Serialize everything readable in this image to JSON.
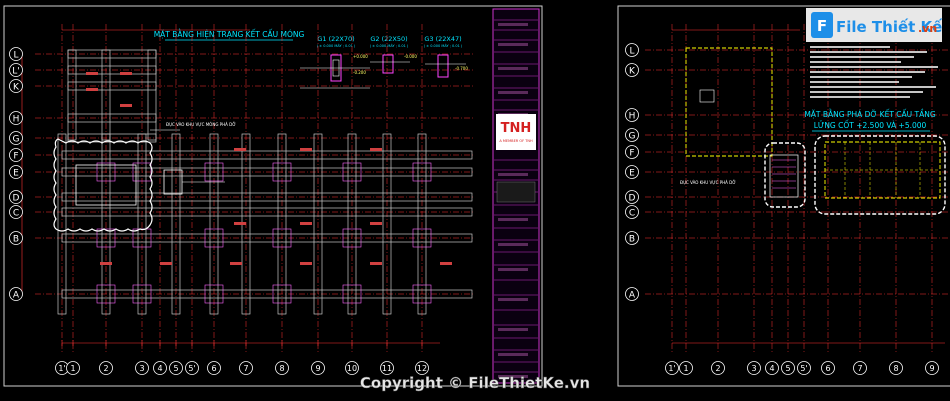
{
  "sheet_left": {
    "title": "MẶT BẰNG HIỆN TRẠNG KẾT CẤU MÓNG",
    "sections": [
      {
        "name": "G1 (22X70)",
        "scale": "( ± 0.000 MÁY ; 0.01 )"
      },
      {
        "name": "G2 (22X50)",
        "scale": "( ± 0.000 MÁY ; 0.01 )"
      },
      {
        "name": "G3 (22X47)",
        "scale": "( ± 0.000 MÁY ; 0.01 )"
      }
    ],
    "level_marks": [
      "+0.000",
      "-0.200",
      "-0.000",
      "-0.700"
    ],
    "note": "ĐỤC VÀO KHU VỰC MÓNG PHÁ DỠ",
    "row_axes": [
      "L",
      "L'",
      "K",
      "H",
      "G",
      "F",
      "E",
      "D",
      "C",
      "B",
      "A"
    ],
    "col_axes": [
      "1'",
      "1",
      "2",
      "3",
      "4",
      "5",
      "5'",
      "6",
      "7",
      "8",
      "9",
      "10",
      "11",
      "12"
    ]
  },
  "title_block": {
    "company_logo": "TNH",
    "subtitle": "A MEMBER OF TNH"
  },
  "sheet_right": {
    "title": "MẶT BẰNG PHÁ DỠ KẾT CẤU TẦNG",
    "subtitle": "LỬNG CỐT +2.500 VÀ +5.000",
    "row_axes": [
      "L",
      "K",
      "H",
      "G",
      "F",
      "E",
      "D",
      "C",
      "B",
      "A"
    ],
    "col_axes": [
      "1'",
      "1",
      "2",
      "3",
      "4",
      "5",
      "5'",
      "6",
      "7",
      "8",
      "9"
    ],
    "note": "ĐỤC VÀO KHU VỰC PHÁ DỠ"
  },
  "watermark": {
    "logo_text": "File Thiết Kế",
    "logo_suffix": ".vn",
    "copyright": "Copyright © FileThietKe.vn"
  }
}
